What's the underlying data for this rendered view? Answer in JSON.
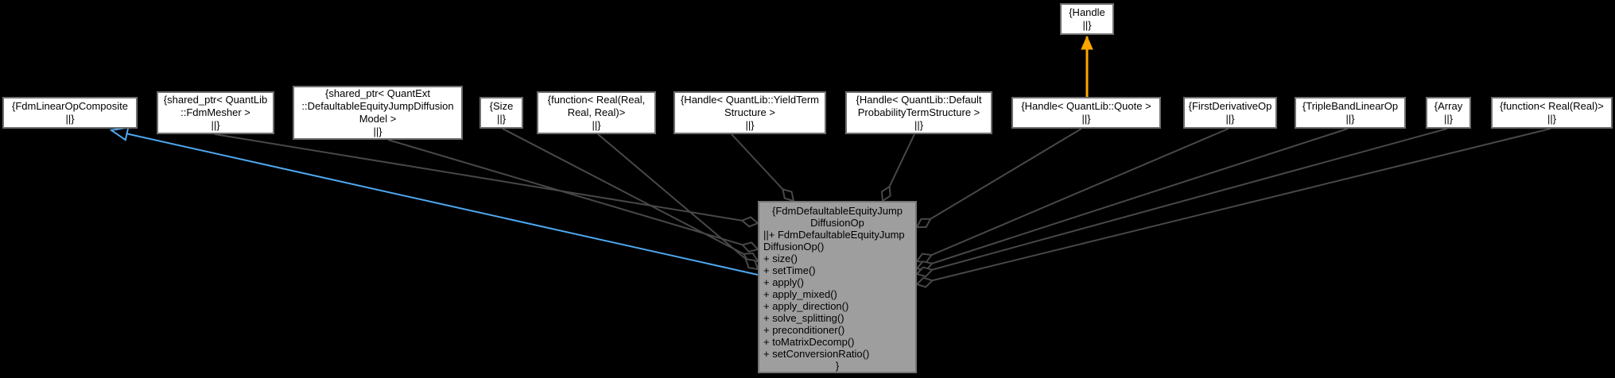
{
  "diagram_type": "uml-collaboration-diagram",
  "center_id": "fdm-defaultable-equity-jump-diffusion-op",
  "nodes": [
    {
      "id": "fdm-linear-op-composite",
      "lines": [
        "{FdmLinearOpComposite",
        "||}"
      ]
    },
    {
      "id": "shared-ptr-quantlib-fdm-mesher",
      "lines": [
        "{shared_ptr< QuantLib",
        "::FdmMesher >",
        "||}"
      ]
    },
    {
      "id": "shared-ptr-quantext-defaultable-equity-jump-diffusion-model",
      "lines": [
        "{shared_ptr< QuantExt",
        "::DefaultableEquityJumpDiffusion",
        "Model >",
        "||}"
      ]
    },
    {
      "id": "size",
      "lines": [
        "{Size",
        "||}"
      ]
    },
    {
      "id": "function-real-real-real-real",
      "lines": [
        "{function< Real(Real,",
        "Real, Real)>",
        "||}"
      ]
    },
    {
      "id": "handle-quantlib-yield-term-structure",
      "lines": [
        "{Handle< QuantLib::YieldTerm",
        "Structure >",
        "||}"
      ]
    },
    {
      "id": "handle-quantlib-default-probability-term-structure",
      "lines": [
        "{Handle< QuantLib::Default",
        "ProbabilityTermStructure >",
        "||}"
      ]
    },
    {
      "id": "handle-quantlib-quote",
      "lines": [
        "{Handle< QuantLib::Quote >",
        "||}"
      ]
    },
    {
      "id": "first-derivative-op",
      "lines": [
        "{FirstDerivativeOp",
        "||}"
      ]
    },
    {
      "id": "triple-band-linear-op",
      "lines": [
        "{TripleBandLinearOp",
        "||}"
      ]
    },
    {
      "id": "array",
      "lines": [
        "{Array",
        "||}"
      ]
    },
    {
      "id": "function-real-real",
      "lines": [
        "{function< Real(Real)>",
        "||}"
      ]
    },
    {
      "id": "handle",
      "lines": [
        "{Handle",
        "||}"
      ]
    },
    {
      "id": "fdm-defaultable-equity-jump-diffusion-op",
      "lines": [
        "{FdmDefaultableEquityJump",
        "DiffusionOp",
        "||+ FdmDefaultableEquityJump",
        "DiffusionOp()",
        "+ size()",
        "+ setTime()",
        "+ apply()",
        "+ apply_mixed()",
        "+ apply_direction()",
        "+ solve_splitting()",
        "+ preconditioner()",
        "+ toMatrixDecomp()",
        "+ setConversionRatio()",
        "}"
      ]
    }
  ],
  "relationships": [
    {
      "from": "fdm-defaultable-equity-jump-diffusion-op",
      "to": "fdm-linear-op-composite",
      "type": "public-inheritance"
    },
    {
      "from": "shared-ptr-quantlib-fdm-mesher",
      "to": "fdm-defaultable-equity-jump-diffusion-op",
      "type": "usage"
    },
    {
      "from": "shared-ptr-quantext-defaultable-equity-jump-diffusion-model",
      "to": "fdm-defaultable-equity-jump-diffusion-op",
      "type": "usage"
    },
    {
      "from": "size",
      "to": "fdm-defaultable-equity-jump-diffusion-op",
      "type": "usage"
    },
    {
      "from": "function-real-real-real-real",
      "to": "fdm-defaultable-equity-jump-diffusion-op",
      "type": "usage"
    },
    {
      "from": "handle-quantlib-yield-term-structure",
      "to": "fdm-defaultable-equity-jump-diffusion-op",
      "type": "usage"
    },
    {
      "from": "handle-quantlib-default-probability-term-structure",
      "to": "fdm-defaultable-equity-jump-diffusion-op",
      "type": "usage"
    },
    {
      "from": "handle-quantlib-quote",
      "to": "fdm-defaultable-equity-jump-diffusion-op",
      "type": "usage"
    },
    {
      "from": "first-derivative-op",
      "to": "fdm-defaultable-equity-jump-diffusion-op",
      "type": "usage"
    },
    {
      "from": "triple-band-linear-op",
      "to": "fdm-defaultable-equity-jump-diffusion-op",
      "type": "usage"
    },
    {
      "from": "array",
      "to": "fdm-defaultable-equity-jump-diffusion-op",
      "type": "usage"
    },
    {
      "from": "function-real-real",
      "to": "fdm-defaultable-equity-jump-diffusion-op",
      "type": "usage"
    },
    {
      "from": "handle-quantlib-quote",
      "to": "handle",
      "type": "template-instance"
    }
  ],
  "colors": {
    "background": "#000000",
    "node_fill": "#ffffff",
    "node_border": "#6e6e6e",
    "center_fill": "#9e9e9e",
    "text": "#000000",
    "edge_usage": "#484848",
    "edge_inheritance": "#4fa8f0",
    "edge_template": "#ffa500"
  }
}
